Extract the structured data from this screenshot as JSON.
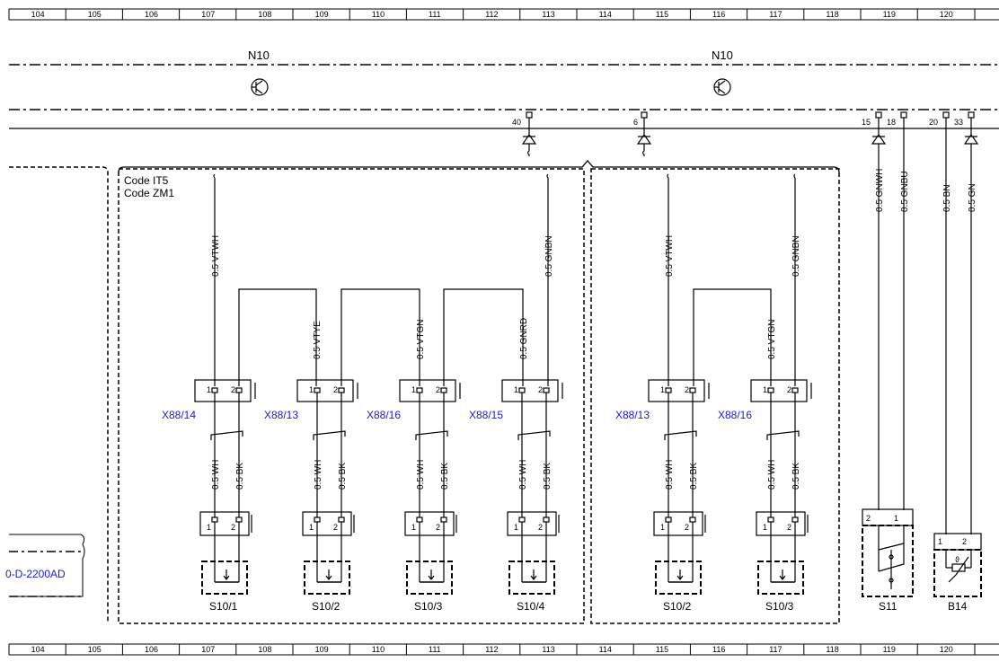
{
  "ruler": [
    "104",
    "105",
    "106",
    "107",
    "108",
    "109",
    "110",
    "111",
    "112",
    "113",
    "114",
    "115",
    "116",
    "117",
    "118",
    "119",
    "120"
  ],
  "modules": [
    {
      "name": "N10"
    },
    {
      "name": "N10"
    }
  ],
  "connector_pins": [
    "40",
    "6",
    "15",
    "18",
    "20",
    "33"
  ],
  "code_box": {
    "line1": "Code IT5",
    "line2": "Code ZM1"
  },
  "ref_link": "0-D-2200AD",
  "upper_wires": [
    {
      "label": "0.5 VTWH"
    },
    {
      "label": "0.5 VTYE"
    },
    {
      "label": "0.5 VTGN"
    },
    {
      "label": "0.5 GNRD"
    },
    {
      "label": "0.5 GNBN"
    },
    {
      "label": "0.5 VTWH"
    },
    {
      "label": "0.5 VTGN"
    },
    {
      "label": "0.5 GNBN"
    }
  ],
  "right_wires": [
    {
      "label": "0.5 GNWH"
    },
    {
      "label": "0.5 GNBU"
    },
    {
      "label": "0.5 BN"
    },
    {
      "label": "0.5 GN"
    }
  ],
  "switch_groups": [
    {
      "connector": "X88/14",
      "component": "S10/1",
      "wire_a": "0.5 WH",
      "wire_b": "0.5 BK"
    },
    {
      "connector": "X88/13",
      "component": "S10/2",
      "wire_a": "0.5 WH",
      "wire_b": "0.5 BK"
    },
    {
      "connector": "X88/16",
      "component": "S10/3",
      "wire_a": "0.5 WH",
      "wire_b": "0.5 BK"
    },
    {
      "connector": "X88/15",
      "component": "S10/4",
      "wire_a": "0.5 WH",
      "wire_b": "0.5 BK"
    },
    {
      "connector": "X88/13",
      "component": "S10/2",
      "wire_a": "0.5 WH",
      "wire_b": "0.5 BK"
    },
    {
      "connector": "X88/16",
      "component": "S10/3",
      "wire_a": "0.5 WH",
      "wire_b": "0.5 BK"
    }
  ],
  "pin_numbers": {
    "one": "1",
    "two": "2"
  },
  "right_components": [
    {
      "name": "S11",
      "pin_left": "2",
      "pin_right": "1"
    },
    {
      "name": "B14",
      "pin_left": "1",
      "pin_right": "2"
    }
  ],
  "colors": {
    "line": "#000000",
    "link": "#1a1adb"
  }
}
